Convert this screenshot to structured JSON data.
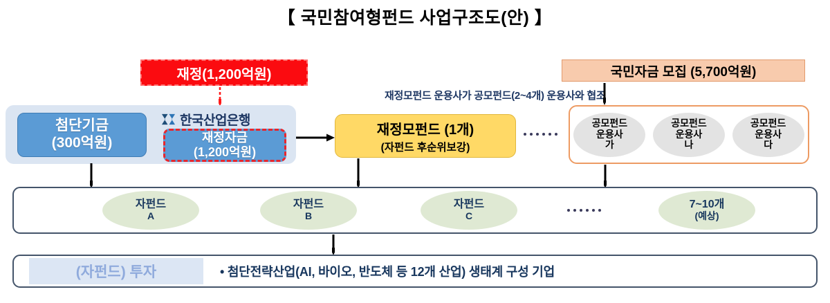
{
  "title": "【 국민참여형펀드 사업구조도(안) 】",
  "budget": {
    "label": "재정(1,200억원)",
    "box_color": "#fb0b10",
    "border_color": "#ff6d6d"
  },
  "fund_source": {
    "advanced_fund": {
      "name": "첨단기금",
      "amount": "(300억원)"
    },
    "bank": {
      "logo_icon": "kdb-logo-icon",
      "name": "한국산업은행"
    },
    "treasury": {
      "name": "재정자금",
      "amount": "(1,200억원)",
      "border_color": "#e8262c"
    },
    "panel_color": "#dbe5f2",
    "box_color": "#5b9bd5"
  },
  "mother_fund": {
    "title": "재정모펀드 (1개)",
    "subtitle": "(자펀드 후순위보강)",
    "box_color": "#ffd966"
  },
  "coordination_note": "재정모펀드 운용사가 공모펀드(2~4개) 운용사와 협조",
  "public_money": {
    "raise_label": "국민자금 모집 (5,700억원)",
    "raise_box_color": "#f8cbad",
    "panel_border_color": "#ed9b63",
    "managers": [
      {
        "line1": "공모펀드",
        "line2": "운용사",
        "line3": "가"
      },
      {
        "line1": "공모펀드",
        "line2": "운용사",
        "line3": "나"
      },
      {
        "line1": "공모펀드",
        "line2": "운용사",
        "line3": "다"
      }
    ]
  },
  "sub_funds": {
    "items": [
      {
        "line1": "자펀드",
        "line2": "A"
      },
      {
        "line1": "자펀드",
        "line2": "B"
      },
      {
        "line1": "자펀드",
        "line2": "C"
      },
      {
        "line1": "7~10개",
        "line2": "(예상)"
      }
    ],
    "ellipsis": "......",
    "ellipse_color": "#dfe9d3"
  },
  "investment": {
    "label": "(자펀드) 투자",
    "label_bg": "#dce6f4",
    "label_color": "#8faadc",
    "bullet": "•",
    "description": "첨단전략산업(AI, 바이오, 반도체 등 12개 산업) 생태계 구성 기업"
  }
}
